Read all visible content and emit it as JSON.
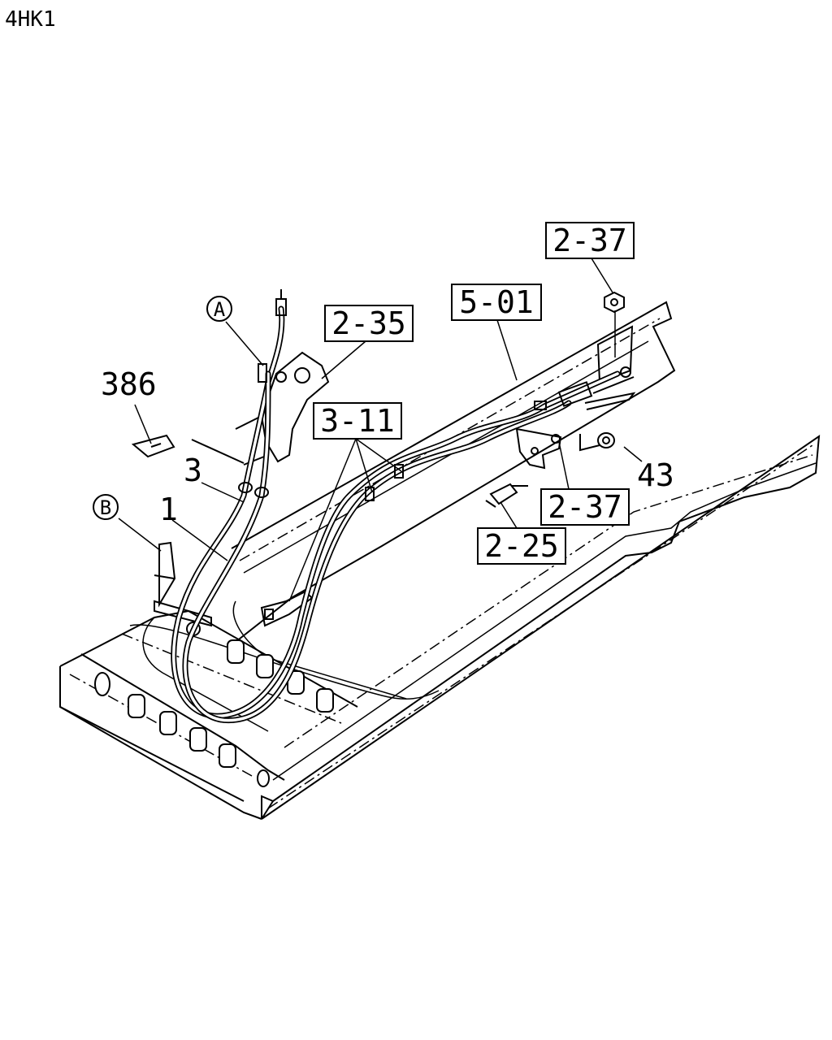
{
  "header": {
    "engine_code": "4HK1"
  },
  "callouts": {
    "c_2_37_top": "2-37",
    "c_5_01": "5-01",
    "c_2_35": "2-35",
    "c_3_11": "3-11",
    "c_2_37_mid": "2-37",
    "c_2_25": "2-25"
  },
  "plain_labels": {
    "p_386": "386",
    "p_3": "3",
    "p_1": "1",
    "p_43": "43"
  },
  "circle_labels": {
    "ref_a": "A",
    "ref_b": "B"
  }
}
